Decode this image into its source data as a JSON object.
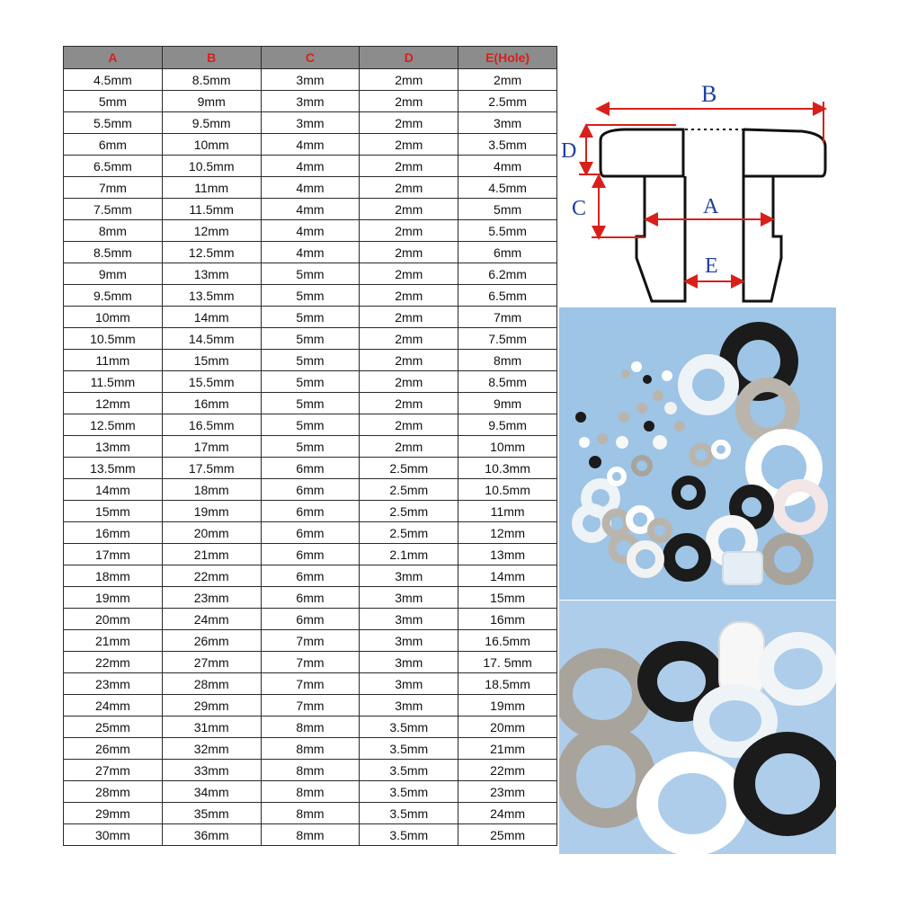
{
  "table": {
    "headers": [
      "A",
      "B",
      "C",
      "D",
      "E(Hole)"
    ],
    "rows": [
      [
        "4.5mm",
        "8.5mm",
        "3mm",
        "2mm",
        "2mm"
      ],
      [
        "5mm",
        "9mm",
        "3mm",
        "2mm",
        "2.5mm"
      ],
      [
        "5.5mm",
        "9.5mm",
        "3mm",
        "2mm",
        "3mm"
      ],
      [
        "6mm",
        "10mm",
        "4mm",
        "2mm",
        "3.5mm"
      ],
      [
        "6.5mm",
        "10.5mm",
        "4mm",
        "2mm",
        "4mm"
      ],
      [
        "7mm",
        "11mm",
        "4mm",
        "2mm",
        "4.5mm"
      ],
      [
        "7.5mm",
        "11.5mm",
        "4mm",
        "2mm",
        "5mm"
      ],
      [
        "8mm",
        "12mm",
        "4mm",
        "2mm",
        "5.5mm"
      ],
      [
        "8.5mm",
        "12.5mm",
        "4mm",
        "2mm",
        "6mm"
      ],
      [
        "9mm",
        "13mm",
        "5mm",
        "2mm",
        "6.2mm"
      ],
      [
        "9.5mm",
        "13.5mm",
        "5mm",
        "2mm",
        "6.5mm"
      ],
      [
        "10mm",
        "14mm",
        "5mm",
        "2mm",
        "7mm"
      ],
      [
        "10.5mm",
        "14.5mm",
        "5mm",
        "2mm",
        "7.5mm"
      ],
      [
        "11mm",
        "15mm",
        "5mm",
        "2mm",
        "8mm"
      ],
      [
        "11.5mm",
        "15.5mm",
        "5mm",
        "2mm",
        "8.5mm"
      ],
      [
        "12mm",
        "16mm",
        "5mm",
        "2mm",
        "9mm"
      ],
      [
        "12.5mm",
        "16.5mm",
        "5mm",
        "2mm",
        "9.5mm"
      ],
      [
        "13mm",
        "17mm",
        "5mm",
        "2mm",
        "10mm"
      ],
      [
        "13.5mm",
        "17.5mm",
        "6mm",
        "2.5mm",
        "10.3mm"
      ],
      [
        "14mm",
        "18mm",
        "6mm",
        "2.5mm",
        "10.5mm"
      ],
      [
        "15mm",
        "19mm",
        "6mm",
        "2.5mm",
        "11mm"
      ],
      [
        "16mm",
        "20mm",
        "6mm",
        "2.5mm",
        "12mm"
      ],
      [
        "17mm",
        "21mm",
        "6mm",
        "2.1mm",
        "13mm"
      ],
      [
        "18mm",
        "22mm",
        "6mm",
        "3mm",
        "14mm"
      ],
      [
        "19mm",
        "23mm",
        "6mm",
        "3mm",
        "15mm"
      ],
      [
        "20mm",
        "24mm",
        "6mm",
        "3mm",
        "16mm"
      ],
      [
        "21mm",
        "26mm",
        "7mm",
        "3mm",
        "16.5mm"
      ],
      [
        "22mm",
        "27mm",
        "7mm",
        "3mm",
        "17. 5mm"
      ],
      [
        "23mm",
        "28mm",
        "7mm",
        "3mm",
        "18.5mm"
      ],
      [
        "24mm",
        "29mm",
        "7mm",
        "3mm",
        "19mm"
      ],
      [
        "25mm",
        "31mm",
        "8mm",
        "3.5mm",
        "20mm"
      ],
      [
        "26mm",
        "32mm",
        "8mm",
        "3.5mm",
        "21mm"
      ],
      [
        "27mm",
        "33mm",
        "8mm",
        "3.5mm",
        "22mm"
      ],
      [
        "28mm",
        "34mm",
        "8mm",
        "3.5mm",
        "23mm"
      ],
      [
        "29mm",
        "35mm",
        "8mm",
        "3.5mm",
        "24mm"
      ],
      [
        "30mm",
        "36mm",
        "8mm",
        "3.5mm",
        "25mm"
      ]
    ]
  },
  "diagram": {
    "labels": {
      "a": "A",
      "b": "B",
      "c": "C",
      "d": "D",
      "e": "E"
    },
    "colors": {
      "outline": "#111111",
      "arrow": "#d8201a",
      "label": "#1f3f9f"
    }
  },
  "colors": {
    "header_bg": "#8c8c8c",
    "header_text": "#d8201a",
    "photo_bg": "#9ec4e6",
    "photo_bottom_bg": "#aecdea",
    "grommet_black": "#1b1b1b",
    "grommet_grey": "#b9b5ad",
    "grommet_white": "#f7f7f7",
    "grommet_clear": "#e6eef5"
  }
}
